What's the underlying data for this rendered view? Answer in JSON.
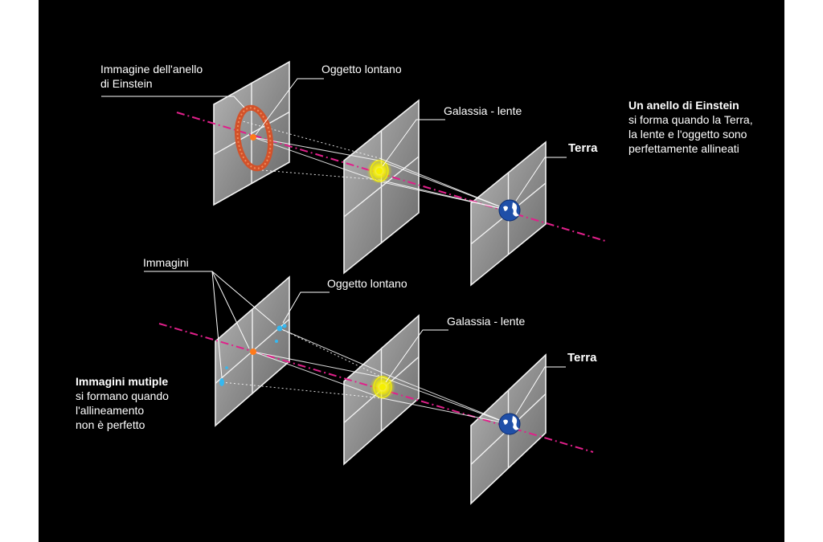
{
  "colors": {
    "background": "#000000",
    "axis": "#e0208a",
    "ring": "#d2522a",
    "source": "#ff7a1a",
    "lens": "#f6f000",
    "images": "#35b8f0",
    "earth_land": "#ffffff",
    "earth_sea": "#1f4fa8"
  },
  "top_scene": {
    "label_image": [
      "Immagine dell'anello",
      "di Einstein"
    ],
    "label_object": "Oggetto lontano",
    "label_lens": "Galassia - lente",
    "label_earth": "Terra"
  },
  "bottom_scene": {
    "label_images": "Immagini",
    "label_object": "Oggetto lontano",
    "label_lens": "Galassia - lente",
    "label_earth": "Terra"
  },
  "notes": {
    "ring": {
      "title": "Un anello di Einstein",
      "lines": [
        "si forma quando la Terra,",
        "la lente e l'oggetto sono",
        "perfettamente allineati"
      ]
    },
    "multiple": {
      "title": "Immagini mutiple",
      "lines": [
        "si formano quando",
        "l'allineamento",
        "non è perfetto"
      ]
    }
  }
}
